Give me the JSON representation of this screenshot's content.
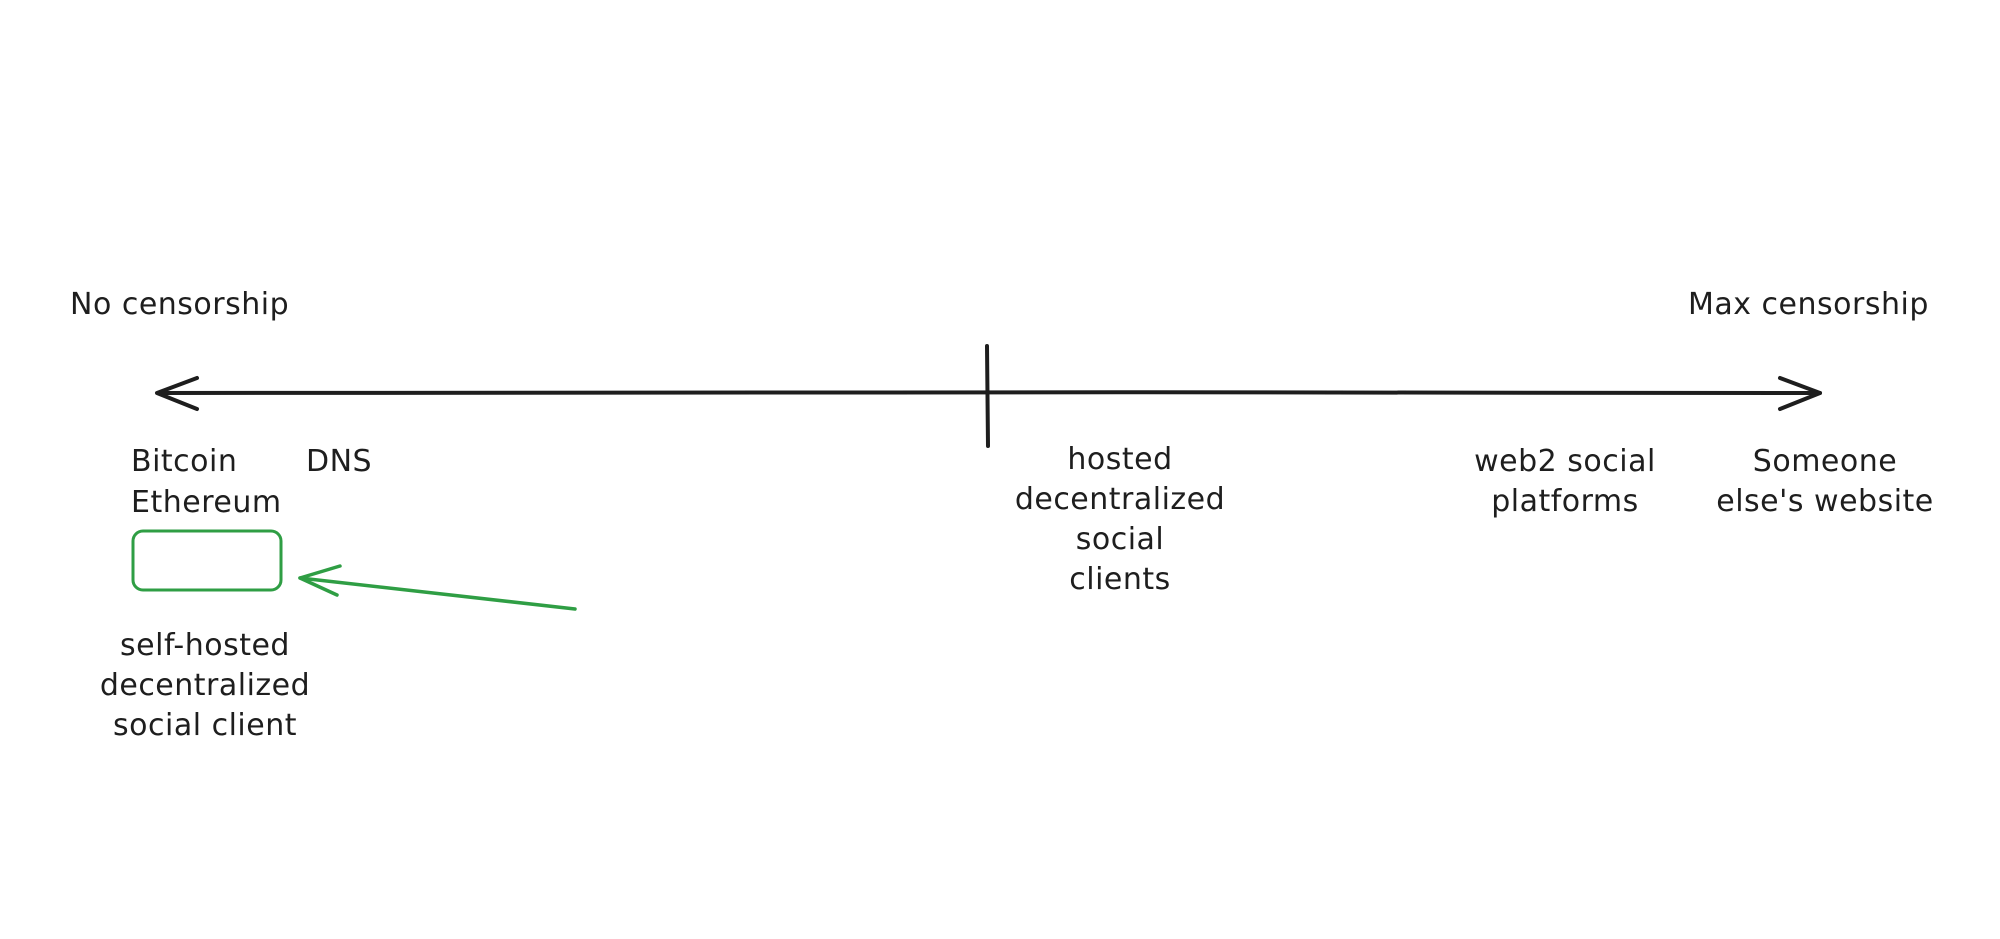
{
  "labels": {
    "left_end": "No censorship",
    "right_end": "Max censorship",
    "bitcoin": "Bitcoin",
    "ethereum": "Ethereum",
    "dns": "DNS",
    "hosted_clients": "hosted\ndecentralized\nsocial\nclients",
    "web2": "web2 social\nplatforms",
    "someone_else": "Someone\nelse's website",
    "self_hosted": "self-hosted\ndecentralized\nsocial client"
  },
  "colors": {
    "ink": "#1e1e1e",
    "highlight": "#2f9e44"
  }
}
